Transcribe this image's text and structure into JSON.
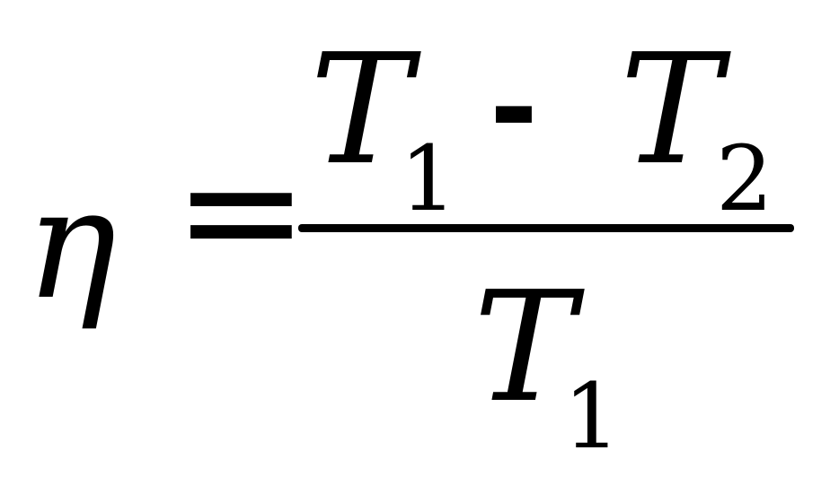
{
  "formula": {
    "lhs": "η",
    "equals": "=",
    "numerator": {
      "first_term": "T",
      "first_subscript": "1",
      "operator": "-",
      "second_term": "T",
      "second_subscript": "2"
    },
    "denominator": {
      "term": "T",
      "subscript": "1"
    }
  }
}
